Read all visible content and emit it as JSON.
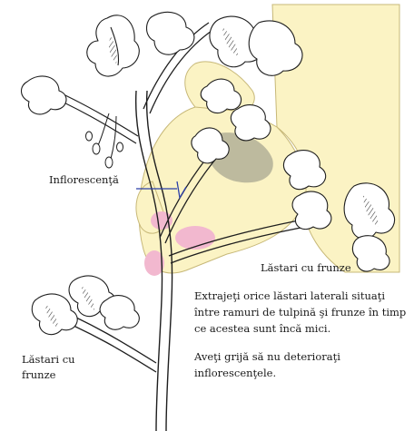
{
  "labels": {
    "inflorescence": "Inflorescenţă",
    "leafy_shoots_right": "Lăstari cu frunze",
    "leafy_shoots_left": "Lăstari cu frunze"
  },
  "instructions": {
    "p1": "Extrajeţi orice lăstari laterali situaţi între ramuri de tulpină şi frunze în timp ce acestea sunt încă mici.",
    "p2": "Aveţi grijă să nu deterioraţi inflorescenţele."
  },
  "colors": {
    "hand": "#fbf3c4",
    "hand_outline": "#c7b878",
    "pink": "#f2b8cf",
    "ink": "#1e1e1e",
    "marker": "#2b3fa8"
  }
}
